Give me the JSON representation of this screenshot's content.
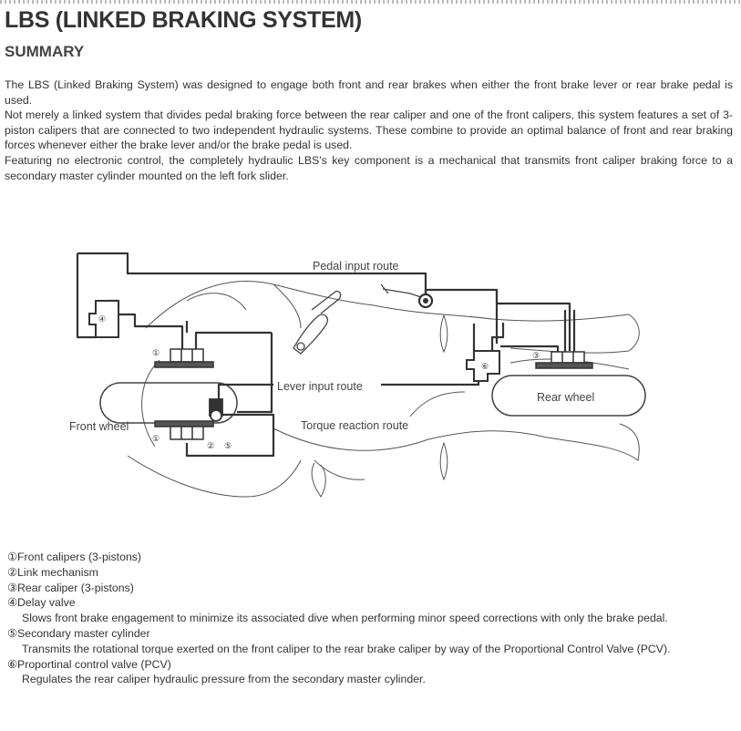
{
  "title": "LBS (LINKED BRAKING SYSTEM)",
  "subtitle": "SUMMARY",
  "paragraphs": [
    "The LBS (Linked Braking System) was designed to engage both front and rear brakes when either the front brake lever or rear brake pedal is used.",
    "Not merely a linked system that divides pedal braking force between the rear caliper and one of the front calipers, this system features a set of 3-piston calipers that are connected to two independent hydraulic systems. These combine to provide an optimal balance of front and rear braking forces whenever either the brake lever and/or the brake pedal is used.",
    "Featuring no electronic control, the completely hydraulic LBS's key component is a mechanical that transmits front caliper braking force to a secondary master cylinder mounted on the left fork slider."
  ],
  "diagram": {
    "pedal_input_route": "Pedal input route",
    "lever_input_route": "Lever input route",
    "torque_reaction_route": "Torque reaction route",
    "front_wheel": "Front wheel",
    "rear_wheel": "Rear wheel",
    "marks": {
      "m1": "①",
      "m2": "②",
      "m3": "③",
      "m4": "④",
      "m5": "⑤",
      "m6": "⑥"
    }
  },
  "legend": [
    {
      "mark": "①",
      "label": "Front calipers (3-pistons)",
      "desc": ""
    },
    {
      "mark": "②",
      "label": "Link mechanism",
      "desc": ""
    },
    {
      "mark": "③",
      "label": "Rear caliper (3-pistons)",
      "desc": ""
    },
    {
      "mark": "④",
      "label": "Delay valve",
      "desc": "Slows front brake engagement to minimize its associated dive when performing minor speed corrections with only the brake pedal."
    },
    {
      "mark": "⑤",
      "label": "Secondary master cylinder",
      "desc": "Transmits the rotational torque exerted on the front caliper to the rear brake caliper by way of the Proportional Control Valve (PCV)."
    },
    {
      "mark": "⑥",
      "label": "Proportinal control valve (PCV)",
      "desc": "Regulates the rear caliper hydraulic pressure from the secondary master cylinder."
    }
  ]
}
